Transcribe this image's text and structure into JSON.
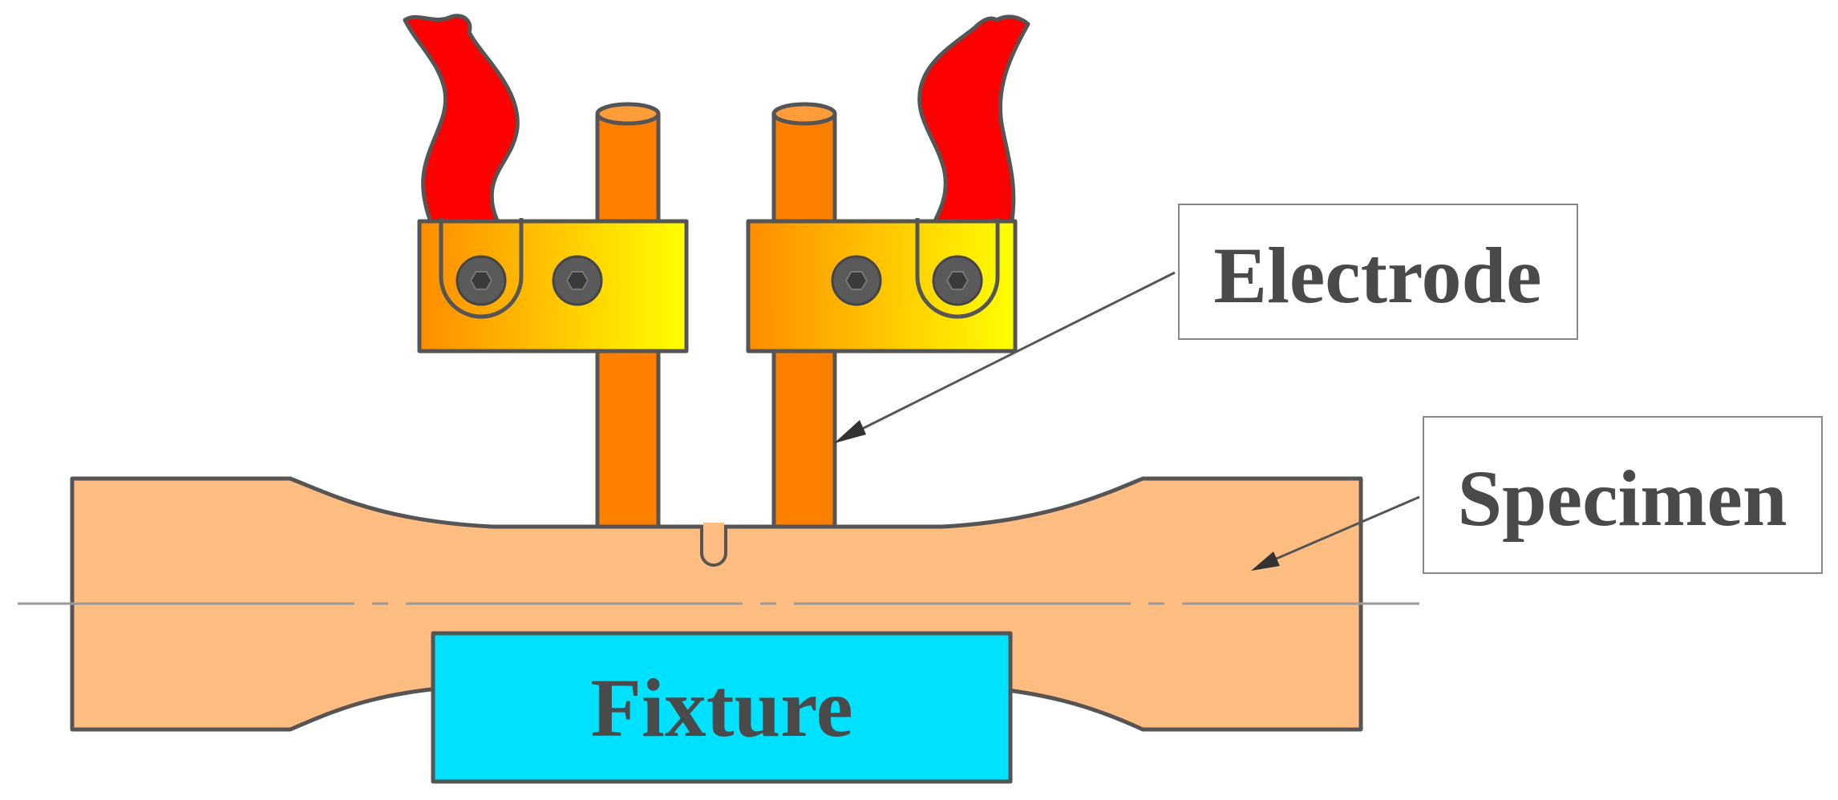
{
  "labels": {
    "electrode": "Electrode",
    "specimen": "Specimen",
    "fixture": "Fixture"
  },
  "colors": {
    "specimen_fill": "#ffbd82",
    "electrode_fill": "#ff7f00",
    "electrode_top": "#ff9d3a",
    "clamp_gradient_start": "#ff8c00",
    "clamp_gradient_end": "#ffff00",
    "wire_fill": "#ff0000",
    "fixture_fill": "#00e1ff",
    "outline": "#555555",
    "label_text": "#4a4a4a"
  }
}
